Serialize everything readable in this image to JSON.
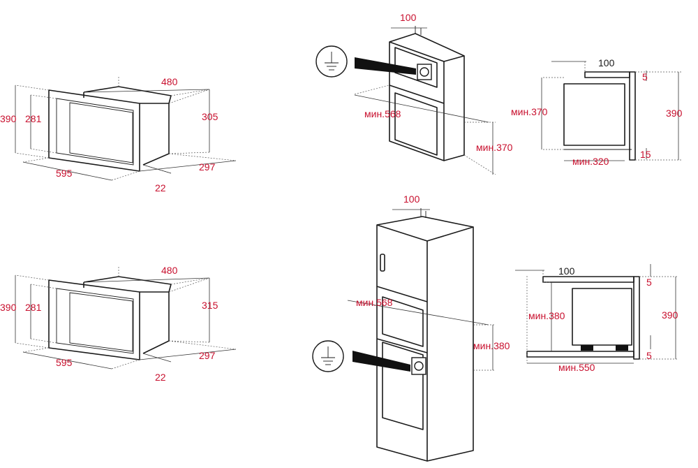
{
  "colors": {
    "label": "#c8102e",
    "line": "#1a1a1a"
  },
  "icons": {
    "ground": "ground-icon",
    "socket": "socket-icon"
  },
  "oven_top": {
    "width": "480",
    "front_width": "595",
    "height_total": "390",
    "height_inner": "281",
    "depth_body": "305",
    "depth_total": "297",
    "frame": "22"
  },
  "oven_bottom": {
    "width": "480",
    "front_width": "595",
    "height_total": "390",
    "height_inner": "281",
    "depth_body": "315",
    "depth_total": "297",
    "frame": "22"
  },
  "wall_cabinet": {
    "gap_top": "100",
    "min_depth": "мин.568",
    "min_height": "мин.370"
  },
  "wall_section": {
    "gap_top": "100",
    "top_margin": "5",
    "min_height": "мин.370",
    "height_total": "390",
    "bottom_margin": "15",
    "min_depth": "мин.320"
  },
  "tall_cabinet": {
    "gap_top": "100",
    "min_depth": "мин.568",
    "min_height": "мин.380"
  },
  "tall_section": {
    "gap_top": "100",
    "top_margin": "5",
    "min_height": "мин.380",
    "height_total": "390",
    "bottom_margin": "5",
    "min_depth": "мин.550"
  }
}
